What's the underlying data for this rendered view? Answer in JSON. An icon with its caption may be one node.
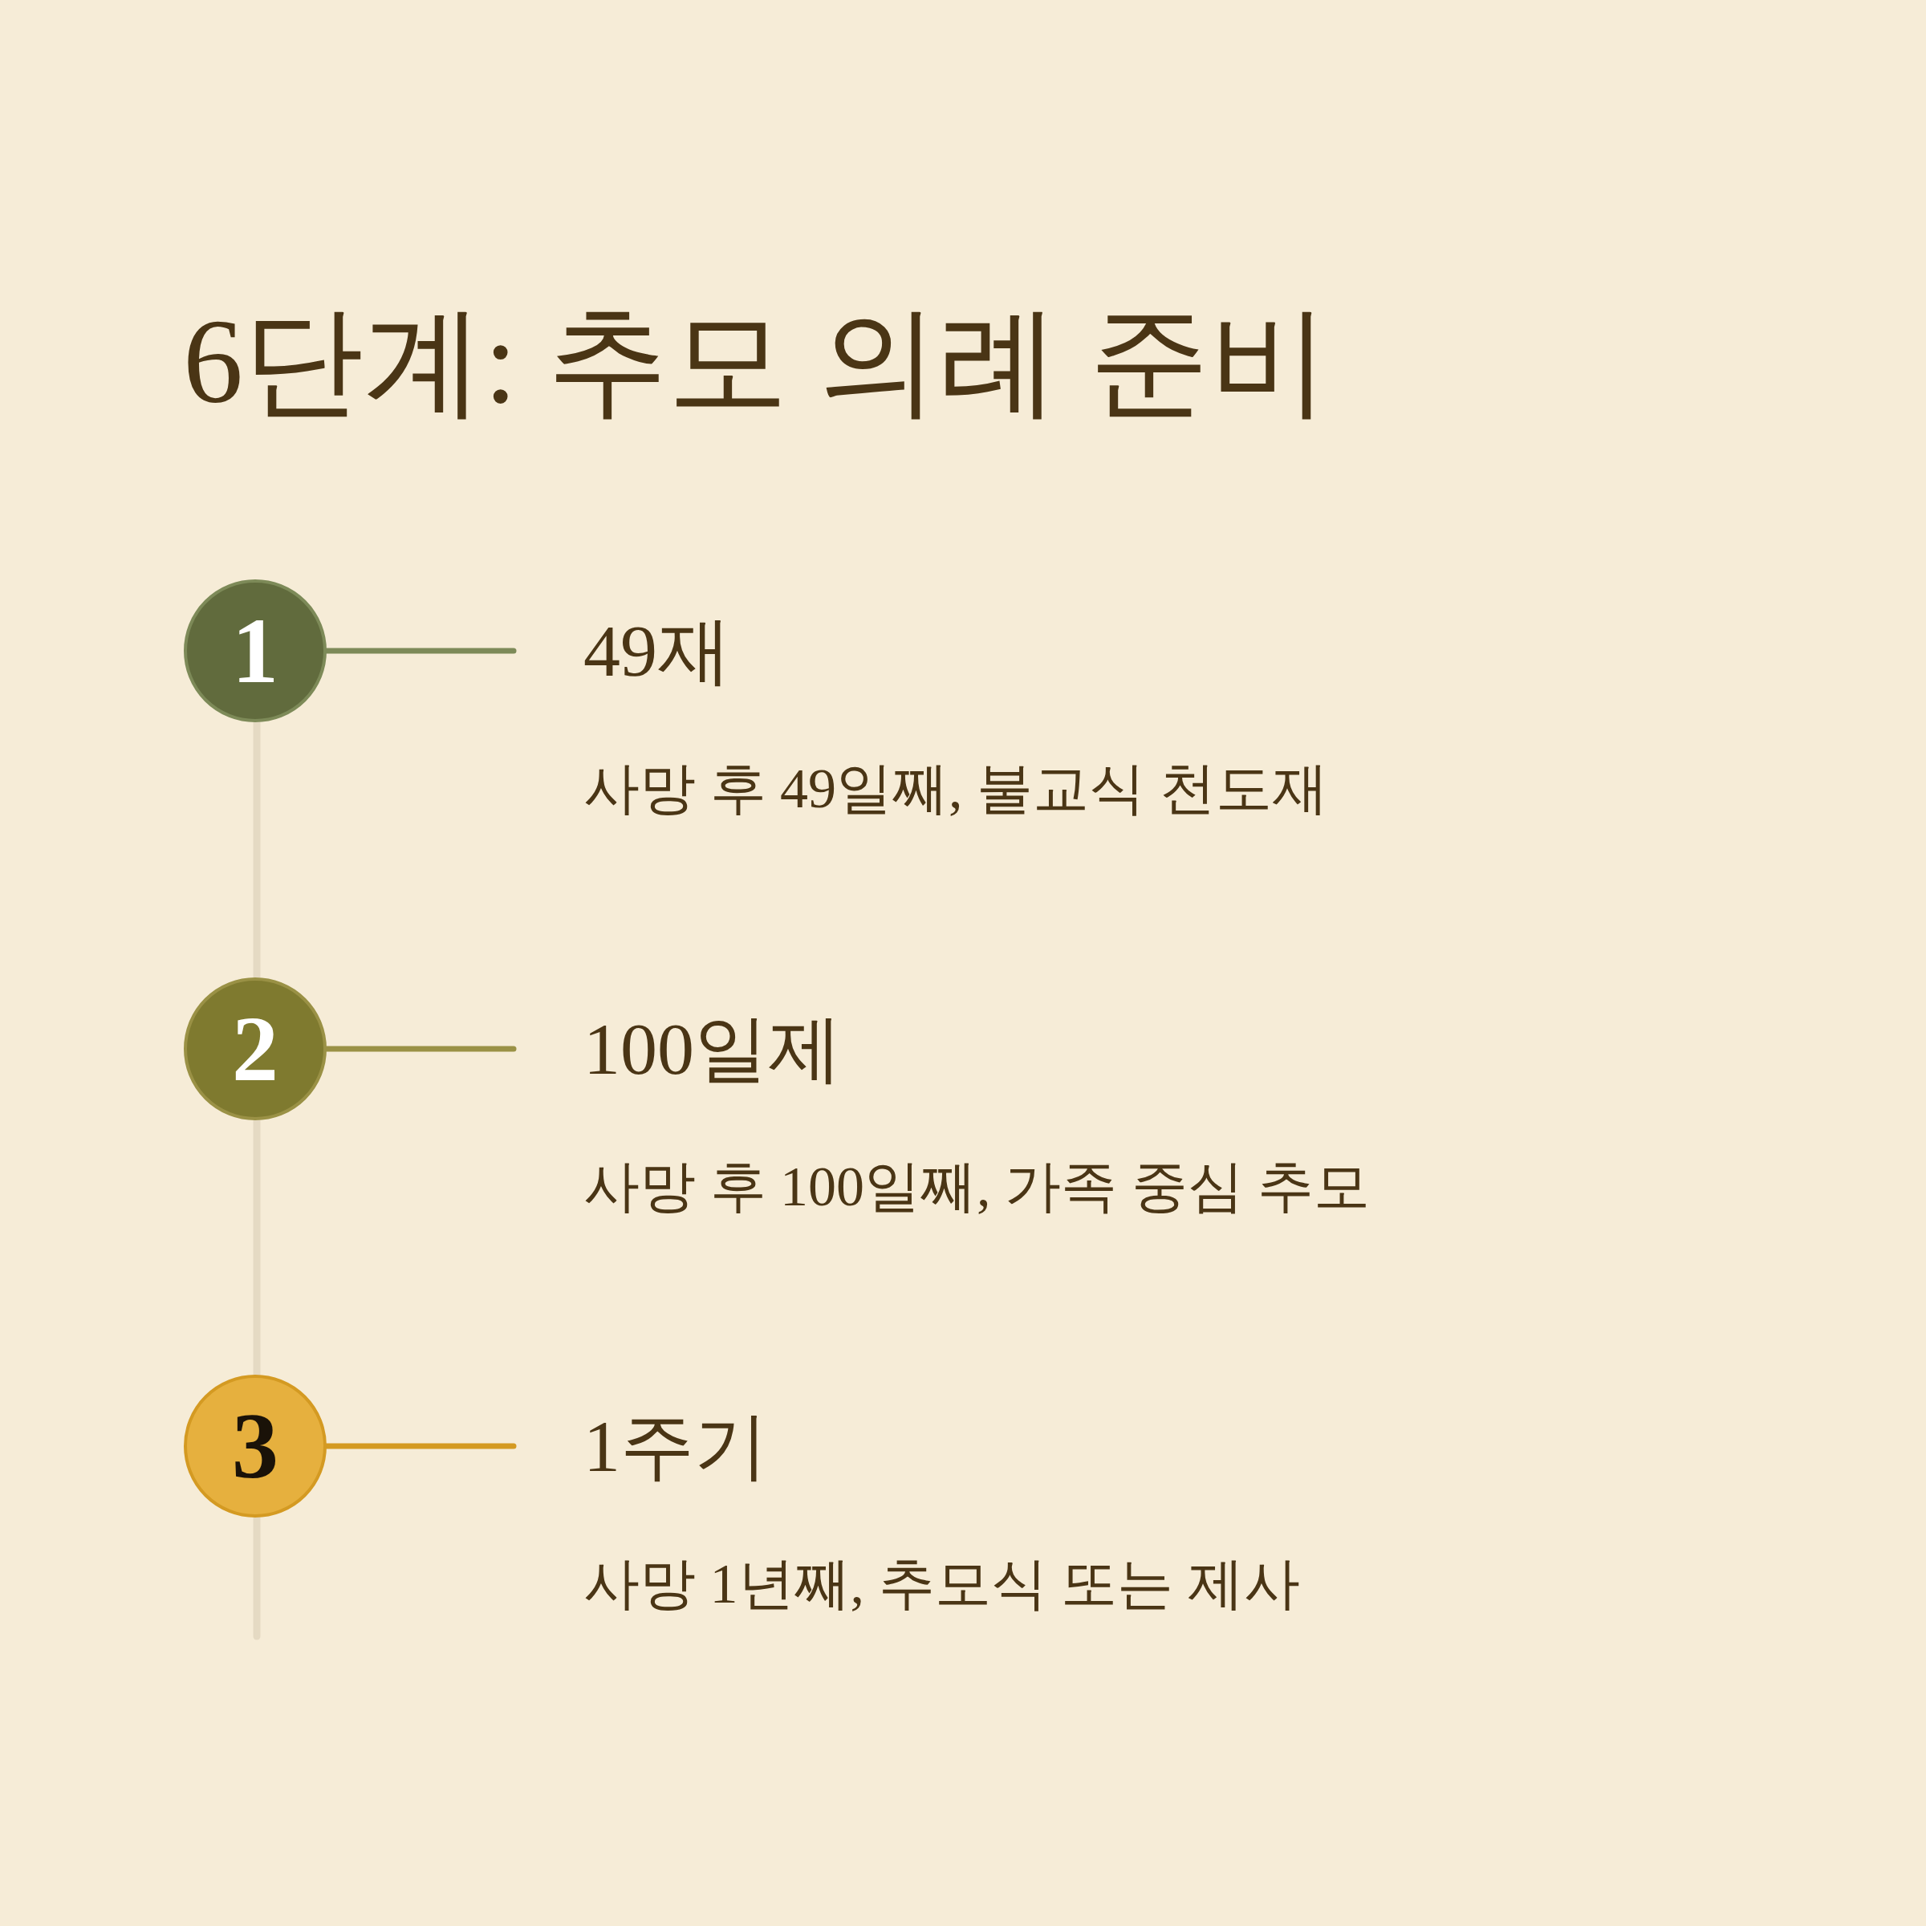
{
  "diagram": {
    "title": "6단계: 추모 의례 준비",
    "nodes": [
      {
        "text": [
          "1"
        ]
      },
      {
        "text": [
          "49재",
          "사망 후 49일째, 불교식 천도재"
        ]
      },
      {
        "text": [
          "2"
        ]
      },
      {
        "text": [
          "100일제",
          "사망 후 100일째, 가족 중심 추모"
        ]
      },
      {
        "text": [
          "3"
        ]
      },
      {
        "text": [
          "1주기",
          "사망 1년째, 추모식 또는 제사"
        ]
      }
    ],
    "edges": [
      {
        "from": 0,
        "to": 1,
        "arrow": "none",
        "color": "#7d8a58"
      },
      {
        "from": 2,
        "to": 3,
        "arrow": "none",
        "color": "#9a9145"
      },
      {
        "from": 4,
        "to": 5,
        "arrow": "none",
        "color": "#d49a22"
      },
      {
        "from": 0,
        "to": 2,
        "arrow": "none"
      },
      {
        "from": 2,
        "to": 4,
        "arrow": "none"
      },
      {
        "from": 4,
        "to": null,
        "arrow": "none"
      }
    ]
  }
}
